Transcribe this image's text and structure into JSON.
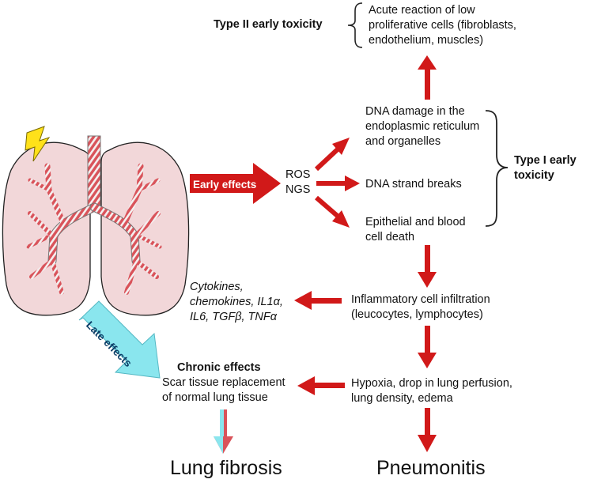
{
  "labels": {
    "type2_title": "Type II early toxicity",
    "type2_desc": "Acute reaction of low\nproliferative cells (fibroblasts,\nendothelium, muscles)",
    "dna_damage": "DNA damage in the\nendoplasmic reticulum\nand organelles",
    "ros_ngs": "ROS\nNGS",
    "early_effects": "Early effects",
    "dna_breaks": "DNA strand breaks",
    "epithelial": "Epithelial and blood\ncell death",
    "type1_title": "Type I early\ntoxicity",
    "cytokines": "Cytokines,\nchemokines, IL1α,\nIL6, TGFβ, TNFα",
    "inflammatory": "Inflammatory cell infiltration\n(leucocytes, lymphocytes)",
    "late_effects": "Late effects",
    "chronic_title": "Chronic effects",
    "chronic_desc": "Scar tissue replacement\nof normal lung tissue",
    "hypoxia": "Hypoxia, drop in lung perfusion,\nlung density, edema",
    "lung_fibrosis": "Lung fibrosis",
    "pneumonitis": "Pneumonitis"
  },
  "colors": {
    "arrow_red": "#d11919",
    "lung_fill": "#f2d7d9",
    "airway_red": "#d9535a",
    "late_effects_cyan": "#8ae6ee",
    "lightning_yellow": "#ffe11a"
  },
  "icons": [
    "lungs-icon",
    "lightning-bolt-icon"
  ]
}
